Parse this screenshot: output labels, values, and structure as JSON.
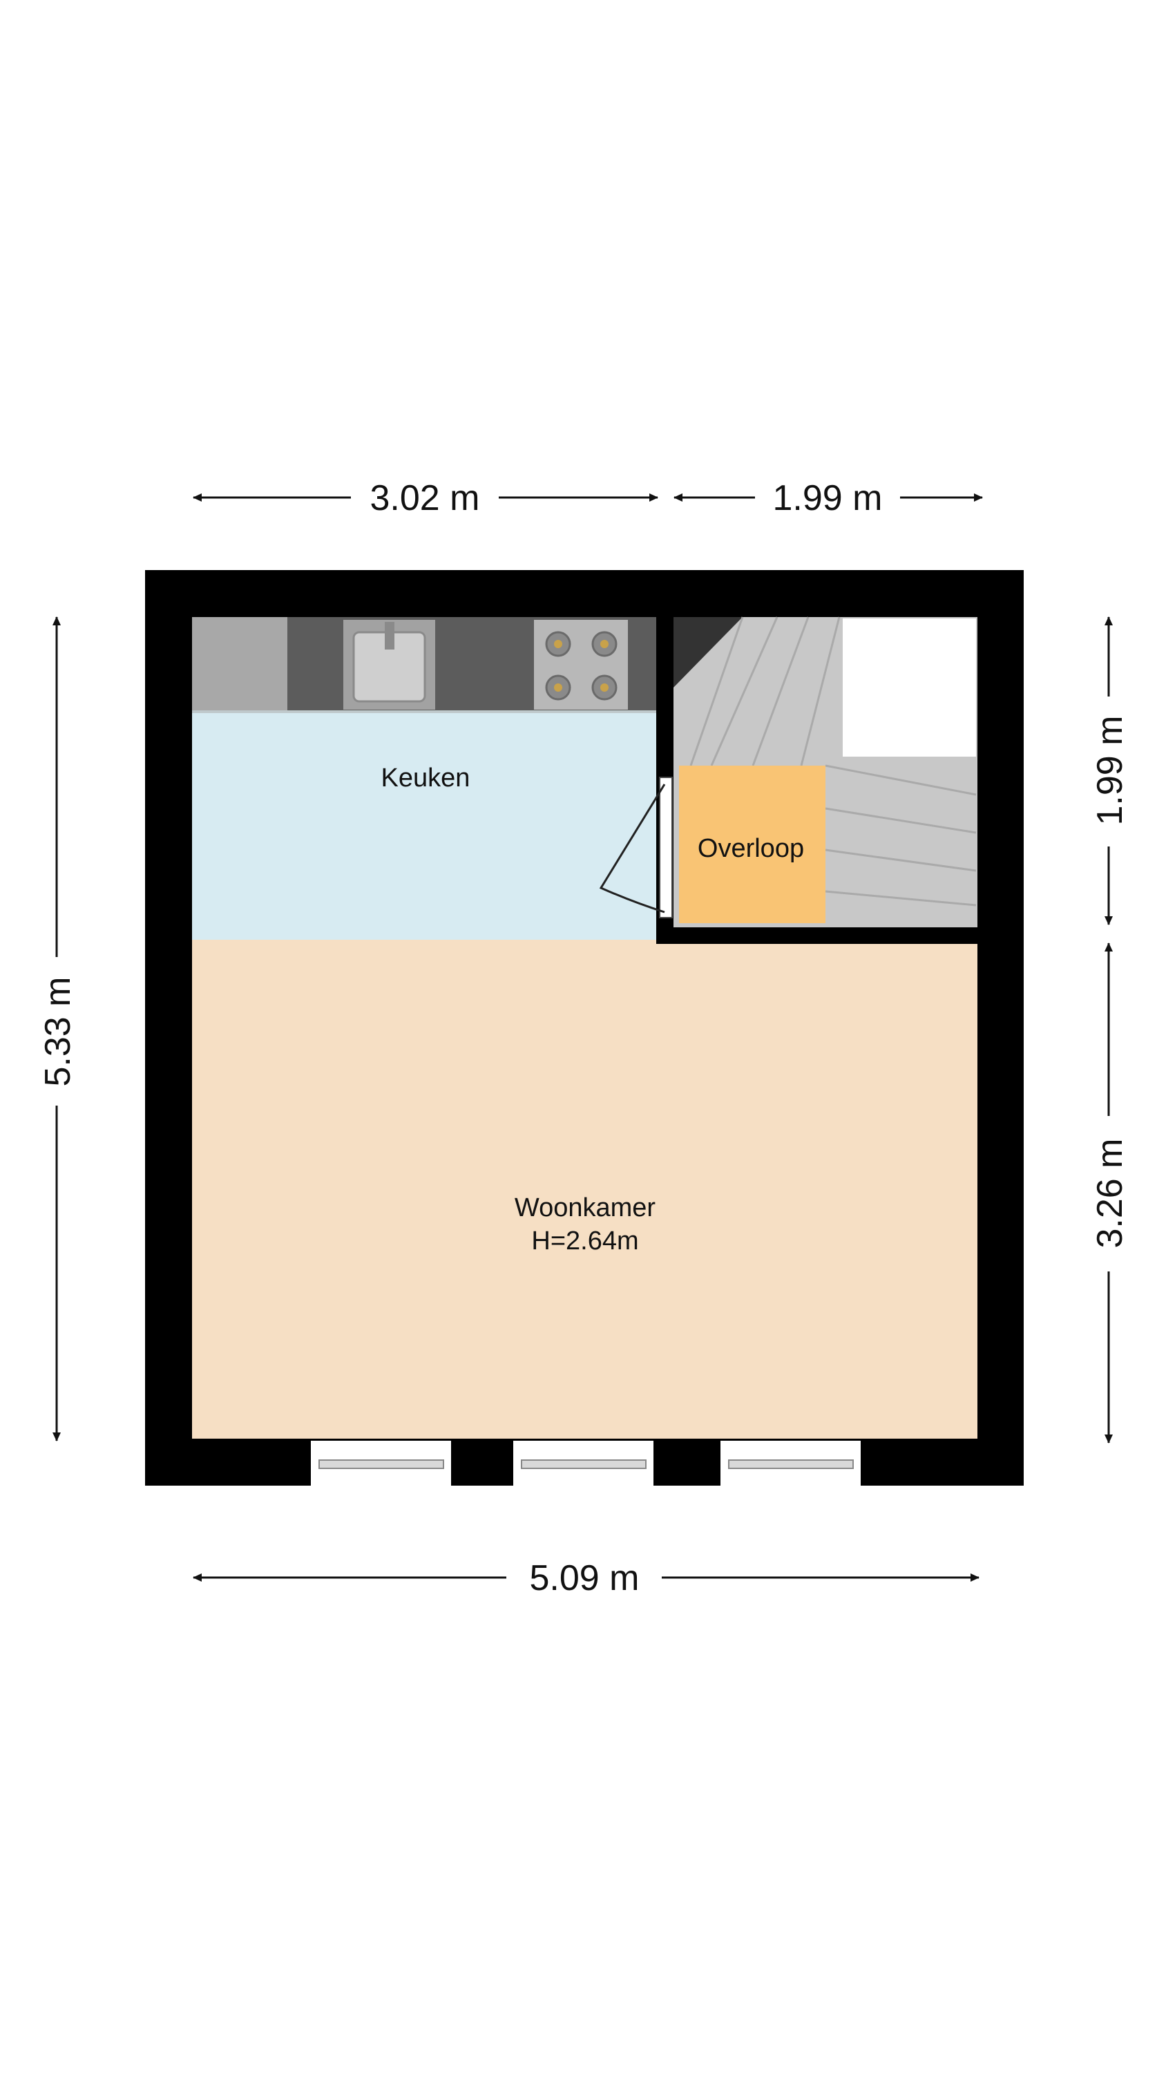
{
  "dimensions": {
    "top_left": "3.02 m",
    "top_right": "1.99 m",
    "left": "5.33 m",
    "right_top": "1.99 m",
    "right_bottom": "3.26 m",
    "bottom": "5.09 m"
  },
  "rooms": {
    "kitchen": {
      "name": "Keuken"
    },
    "landing": {
      "name": "Overloop"
    },
    "living": {
      "name": "Woonkamer",
      "height": "H=2.64m"
    }
  },
  "colors": {
    "wall": "#000000",
    "kitchen_floor": "#d7ebf2",
    "landing_floor": "#f9c474",
    "living_floor": "#f6dfc4",
    "stairs": "#c8c8c8",
    "counter": "#5e5e5e",
    "window_opening": "#ffffff"
  }
}
